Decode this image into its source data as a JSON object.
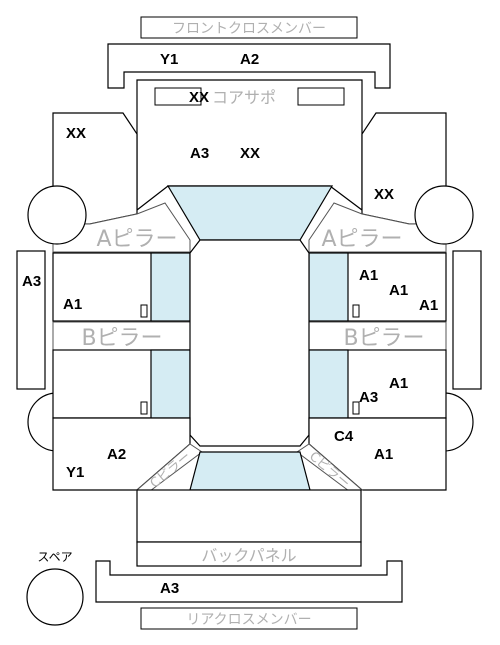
{
  "labels": {
    "front_cross_member": "フロントクロスメンバー",
    "core_support": "コアサポ",
    "a_pillar_left": "Aピラー",
    "a_pillar_right": "Aピラー",
    "b_pillar_left": "Bピラー",
    "b_pillar_right": "Bピラー",
    "c_pillar_left": "Cピラー",
    "c_pillar_right": "Cピラー",
    "back_panel": "バックパネル",
    "rear_cross_member": "リアクロスメンバー",
    "spare": "スペア"
  },
  "codes": {
    "front_member_left": "Y1",
    "front_member_right": "A2",
    "core_support": "XX",
    "hood_left": "A3",
    "hood_right": "XX",
    "fender_left": "XX",
    "fender_right": "XX",
    "side_sill_left": "A3",
    "front_door_left": "A1",
    "front_door_right_1": "A1",
    "front_door_right_2": "A1",
    "front_door_right_3": "A1",
    "rear_door_right_1": "A1",
    "rear_door_right_2": "A3",
    "quarter_left_1": "A2",
    "quarter_left_2": "Y1",
    "quarter_right_1": "C4",
    "quarter_right_2": "A1",
    "rear_member": "A3"
  }
}
